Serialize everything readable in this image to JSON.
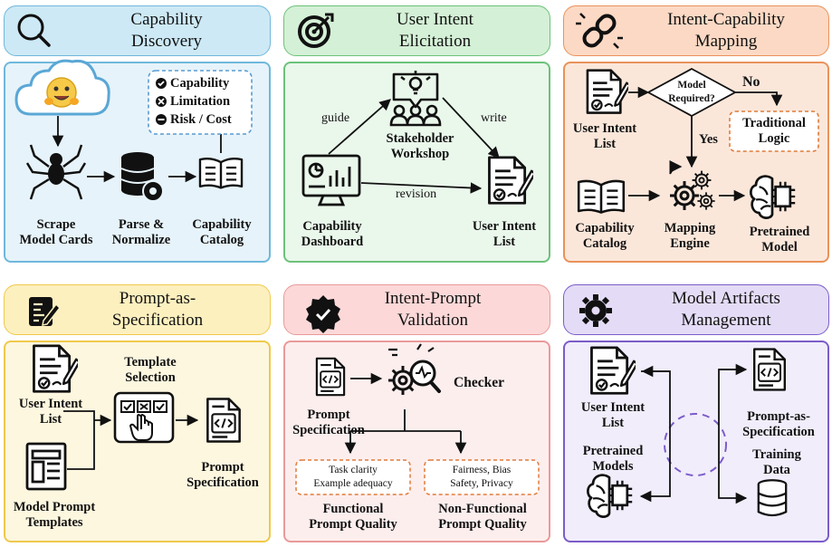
{
  "panels": [
    {
      "title_line1": "Capability",
      "title_line2": "Discovery",
      "legend": [
        "Capability",
        "Limitation",
        "Risk / Cost"
      ],
      "steps": [
        {
          "line1": "Scrape",
          "line2": "Model Cards"
        },
        {
          "line1": "Parse &",
          "line2": "Normalize"
        },
        {
          "line1": "Capability",
          "line2": "Catalog"
        }
      ],
      "colors": {
        "header": "#cde9f5",
        "border": "#6fb8dc",
        "body": "#e6f3fa"
      }
    },
    {
      "title_line1": "User Intent",
      "title_line2": "Elicitation",
      "workshop": {
        "line1": "Stakeholder",
        "line2": "Workshop"
      },
      "dashboard": {
        "line1": "Capability",
        "line2": "Dashboard"
      },
      "list": {
        "line1": "User Intent",
        "line2": "List"
      },
      "edges": {
        "guide": "guide",
        "write": "write",
        "revision": "revision"
      },
      "colors": {
        "header": "#d4f0d6",
        "border": "#6cc27a",
        "body": "#eaf7eb"
      }
    },
    {
      "title_line1": "Intent-Capability",
      "title_line2": "Mapping",
      "list": {
        "line1": "User Intent",
        "line2": "List"
      },
      "decision": {
        "line1": "Model",
        "line2": "Required?"
      },
      "no": "No",
      "yes": "Yes",
      "traditional": {
        "line1": "Traditional",
        "line2": "Logic"
      },
      "catalog": {
        "line1": "Capability",
        "line2": "Catalog"
      },
      "engine": {
        "line1": "Mapping",
        "line2": "Engine"
      },
      "model": {
        "line1": "Pretrained",
        "line2": "Model"
      },
      "colors": {
        "header": "#fcd9c4",
        "border": "#e9925a",
        "body": "#fbe7da",
        "accent": "#e07b39"
      }
    },
    {
      "title_line1": "Prompt-as-",
      "title_line2": "Specification",
      "list": {
        "line1": "User Intent",
        "line2": "List"
      },
      "template_selection": {
        "line1": "Template",
        "line2": "Selection"
      },
      "templates": {
        "line1": "Model Prompt",
        "line2": "Templates"
      },
      "prompt_spec": {
        "line1": "Prompt",
        "line2": "Specification"
      },
      "colors": {
        "header": "#fdf0bf",
        "border": "#efc94c",
        "body": "#fdf7df"
      }
    },
    {
      "title_line1": "Intent-Prompt",
      "title_line2": "Validation",
      "prompt_spec": {
        "line1": "Prompt",
        "line2": "Specification"
      },
      "checker": "Checker",
      "functional_box": {
        "line1": "Task clarity",
        "line2": "Example adequacy"
      },
      "nonfunctional_box": {
        "line1": "Fairness, Bias",
        "line2": "Safety, Privacy"
      },
      "functional": {
        "line1": "Functional",
        "line2": "Prompt Quality"
      },
      "nonfunctional": {
        "line1": "Non-Functional",
        "line2": "Prompt Quality"
      },
      "colors": {
        "header": "#fcd8d8",
        "border": "#e99a9a",
        "body": "#fdeeee",
        "accent": "#e07b39"
      }
    },
    {
      "title_line1": "Model Artifacts",
      "title_line2": "Management",
      "list": {
        "line1": "User Intent",
        "line2": "List"
      },
      "prompt_spec": {
        "line1": "Prompt-as-",
        "line2": "Specification"
      },
      "models": {
        "line1": "Pretrained",
        "line2": "Models"
      },
      "training": {
        "line1": "Training",
        "line2": "Data"
      },
      "colors": {
        "header": "#e4dcf6",
        "border": "#7b5cc9",
        "body": "#f1edfb"
      }
    }
  ]
}
